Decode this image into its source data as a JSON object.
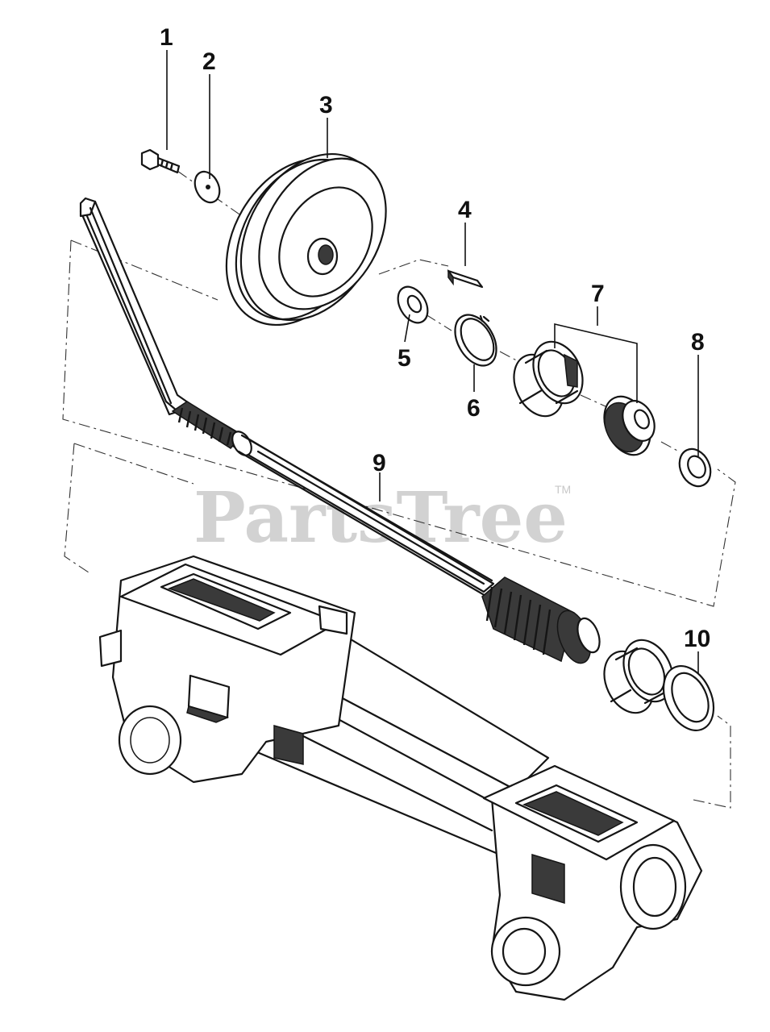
{
  "diagram": {
    "watermark": "PartsTree",
    "trademark": "TM",
    "callouts": [
      "1",
      "2",
      "3",
      "4",
      "5",
      "6",
      "7",
      "8",
      "9",
      "10"
    ],
    "parts": [
      {
        "id": "1",
        "icon": "bolt-icon"
      },
      {
        "id": "2",
        "icon": "washer-icon"
      },
      {
        "id": "3",
        "icon": "pulley-icon"
      },
      {
        "id": "4",
        "icon": "key-icon"
      },
      {
        "id": "5",
        "icon": "washer-icon"
      },
      {
        "id": "6",
        "icon": "snap-ring-icon"
      },
      {
        "id": "7",
        "icon": "bearing-icon"
      },
      {
        "id": "8",
        "icon": "washer-icon"
      },
      {
        "id": "9",
        "icon": "worm-shaft-icon"
      },
      {
        "id": "10",
        "icon": "washer-icon"
      }
    ]
  }
}
